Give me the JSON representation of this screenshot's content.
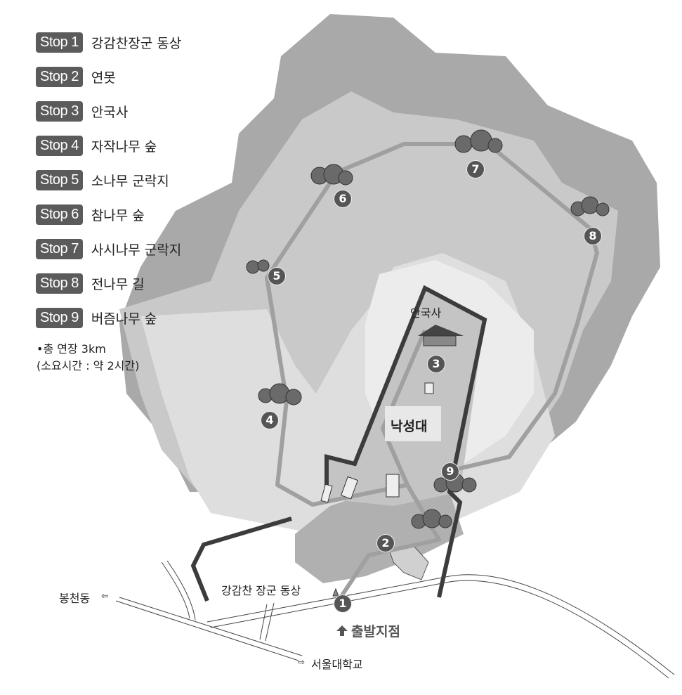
{
  "legend": [
    {
      "badge": "Stop 1",
      "label": "강감찬장군 동상"
    },
    {
      "badge": "Stop 2",
      "label": "연못"
    },
    {
      "badge": "Stop 3",
      "label": "안국사"
    },
    {
      "badge": "Stop 4",
      "label": "자작나무 숲"
    },
    {
      "badge": "Stop 5",
      "label": "소나무 군락지"
    },
    {
      "badge": "Stop 6",
      "label": "참나무 숲"
    },
    {
      "badge": "Stop 7",
      "label": "사시나무 군락지"
    },
    {
      "badge": "Stop 8",
      "label": "전나무 길"
    },
    {
      "badge": "Stop 9",
      "label": "버즘나무 숲"
    }
  ],
  "notes": {
    "total": "•총 연장 3km",
    "time": "(소요시간 : 약 2시간)"
  },
  "map": {
    "temple": "안국사",
    "fortress": "낙성대",
    "statue": "강감찬 장군 동상",
    "start": "출발지점",
    "west": "봉천동",
    "southeast": "서울대학교",
    "markers": [
      "1",
      "2",
      "3",
      "4",
      "5",
      "6",
      "7",
      "8",
      "9"
    ]
  },
  "colors": {
    "badge": "#5b5b5b",
    "forest_dark": "#a9a9a9",
    "forest_mid": "#c9c9c9",
    "forest_light": "#dedede",
    "wall": "#3c3c3c",
    "route": "#a0a0a0"
  }
}
